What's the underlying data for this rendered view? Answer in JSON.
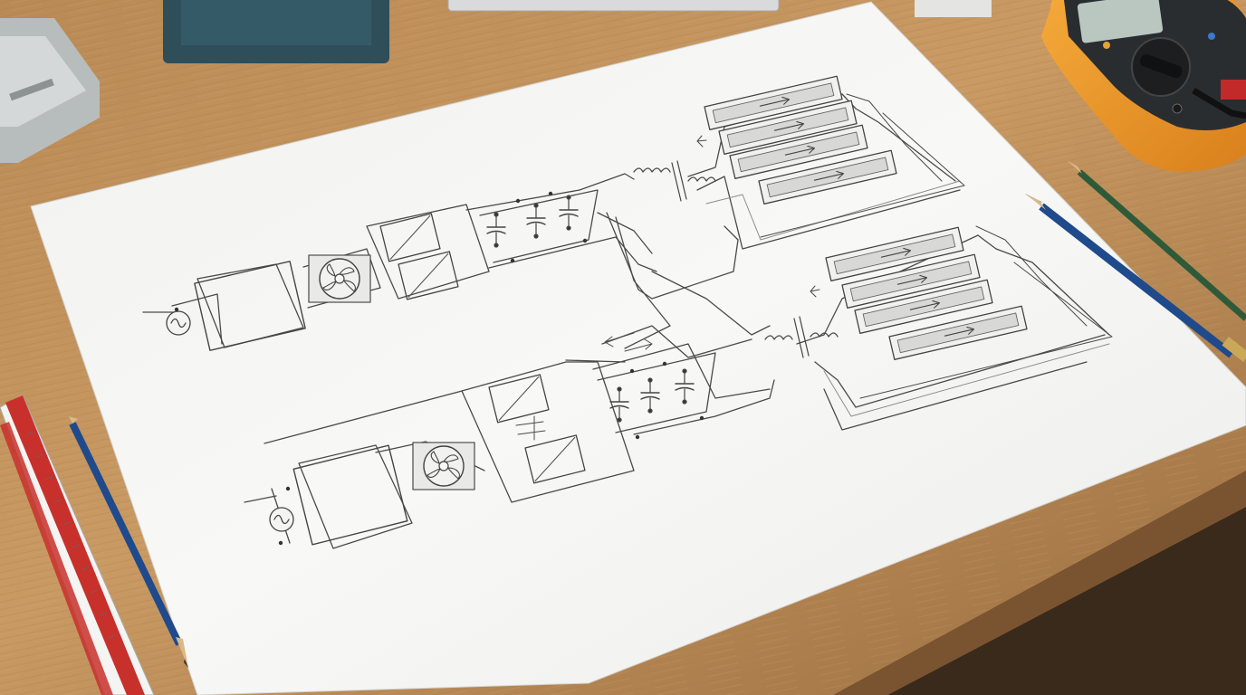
{
  "scene": {
    "description_free": true,
    "colors": {
      "desk_light": "#c99a63",
      "desk_dark": "#8a6238",
      "paper": "#f6f6f4",
      "pencil_graphite": "#4a4a4a",
      "pencil_blue": "#1f4a8c",
      "pencil_green": "#2f5a3a",
      "ruler_red": "#c8302c",
      "multimeter_orange": "#f09a2a",
      "multimeter_body": "#2a2d30",
      "meter_display": "#b9c7c0",
      "toolbox_teal": "#2e4e5a"
    },
    "objects": [
      "sketch-paper",
      "ruler",
      "blue-pencil-left",
      "blue-pencil-right",
      "green-pencil",
      "multimeter",
      "toolbox",
      "clamp-block",
      "laptop-edge"
    ],
    "schematic": {
      "channels": 2,
      "symbols": [
        "ac-source-icon",
        "fan-icon",
        "converter-icon",
        "capacitor-icon",
        "transformer-icon",
        "battery-cell-icon",
        "flow-arrow-icon"
      ],
      "cells_per_channel": 4
    }
  }
}
